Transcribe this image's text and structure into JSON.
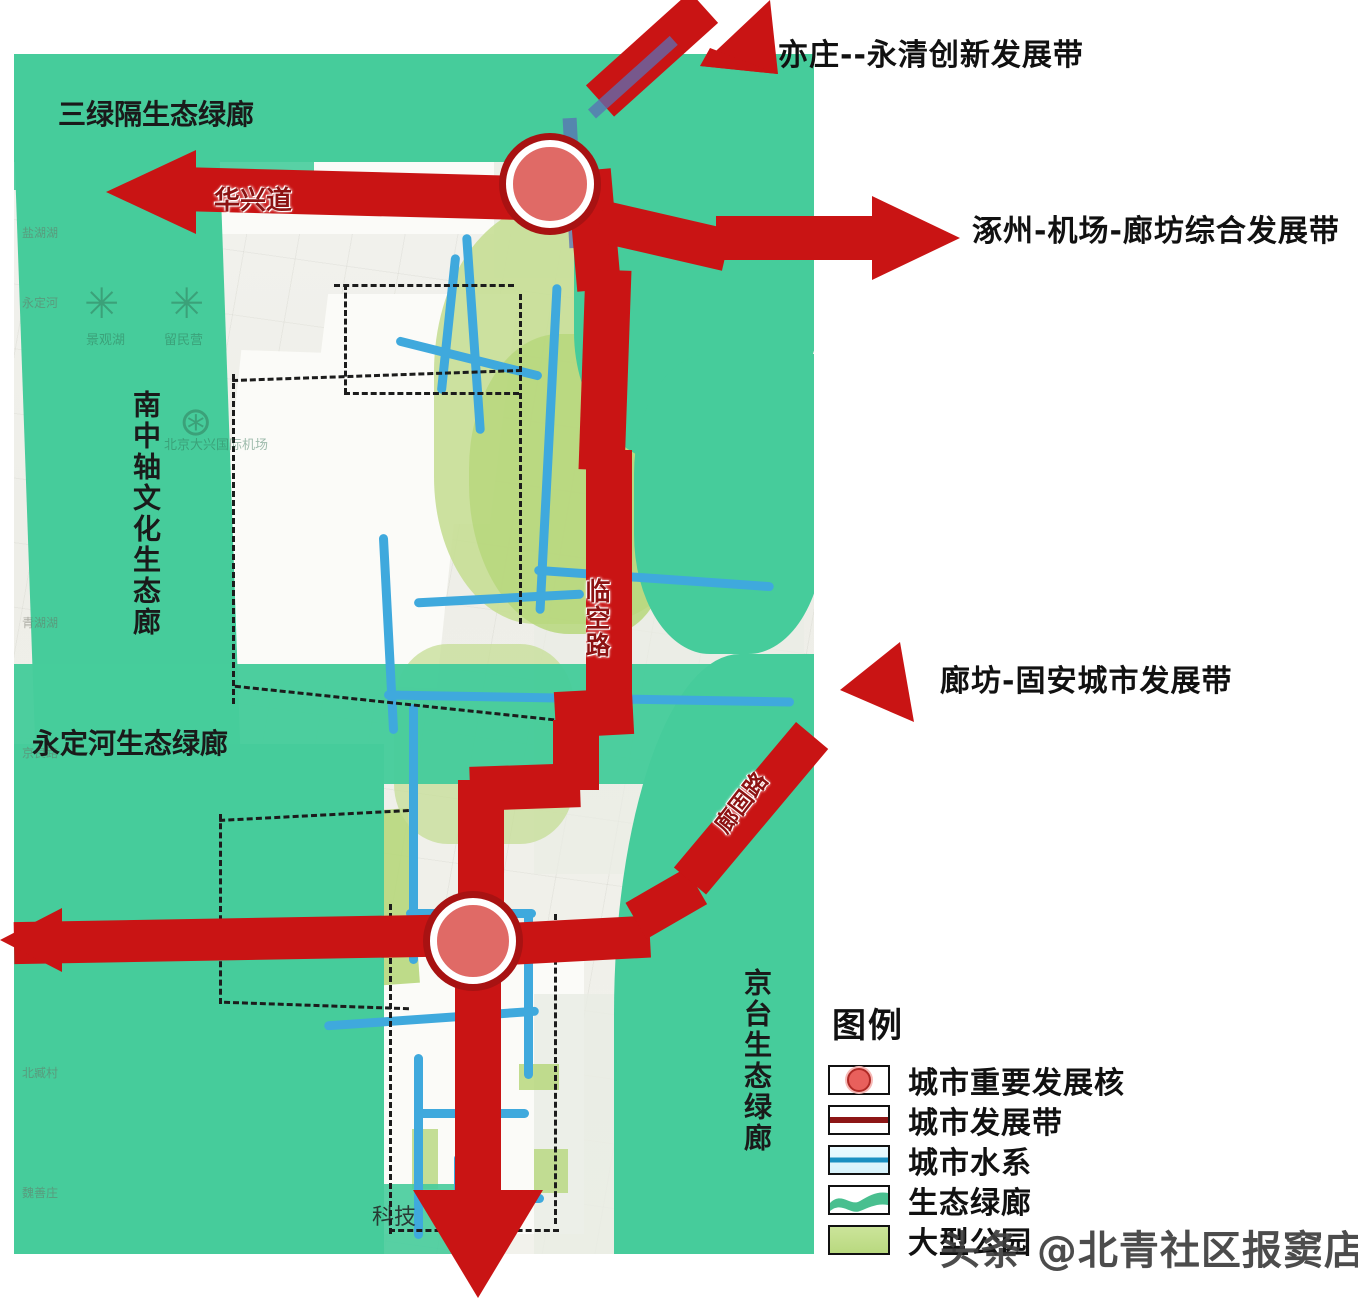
{
  "document": {
    "type": "urban-planning-map",
    "title_visible": false
  },
  "development_belts": [
    {
      "id": "yizhuang-yongqing",
      "label": "亦庄--永清创新发展带",
      "direction": "northeast"
    },
    {
      "id": "zhuozhou-airport-langfang",
      "label": "涿州-机场-廊坊综合发展带",
      "direction": "east"
    },
    {
      "id": "langfang-guan",
      "label": "廊坊-固安城市发展带",
      "direction": "northeast-lower"
    }
  ],
  "eco_corridors": [
    {
      "id": "sanlvge",
      "label": "三绿隔生态绿廊",
      "orientation": "horizontal"
    },
    {
      "id": "nanzhongzhou",
      "label": "南中轴文化生态廊",
      "orientation": "vertical"
    },
    {
      "id": "yongdinghe",
      "label": "永定河生态绿廊",
      "orientation": "horizontal"
    },
    {
      "id": "jingtai",
      "label": "京台生态绿廊",
      "orientation": "vertical"
    }
  ],
  "roads": [
    {
      "id": "huaxing-dao",
      "label": "华兴道",
      "orientation": "horizontal"
    },
    {
      "id": "linkong-lu",
      "label": "临空路",
      "orientation": "vertical"
    },
    {
      "id": "langgu-lu",
      "label": "廊固路",
      "orientation": "diagonal"
    }
  ],
  "base_map_text": {
    "keji": "科技",
    "airport": "北京大兴国际机场"
  },
  "legend": {
    "title": "图例",
    "items": [
      {
        "key": "core",
        "label": "城市重要发展核"
      },
      {
        "key": "belt",
        "label": "城市发展带"
      },
      {
        "key": "water",
        "label": "城市水系"
      },
      {
        "key": "eco",
        "label": "生态绿廊"
      },
      {
        "key": "park",
        "label": "大型公园"
      }
    ]
  },
  "watermark": {
    "text": "头条 @北青社区报窦店版"
  },
  "colors": {
    "belt_red": "#c91414",
    "node_fill": "#e06a66",
    "node_ring": "#a81212",
    "eco_green": "#46cc9b",
    "park_green": "#b7d77c",
    "water_blue": "#3fa9dd",
    "label_dark": "#111111",
    "road_label": "#8d1212"
  }
}
